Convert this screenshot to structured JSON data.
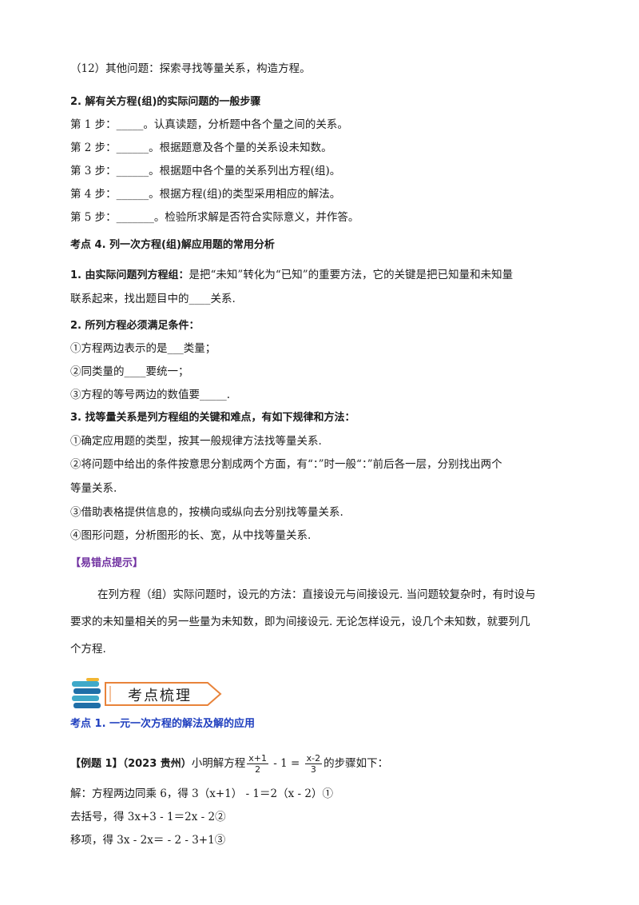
{
  "lines": {
    "l1": "（12）其他问题：探索寻找等量关系，构造方程。",
    "h2": "2.  解有关方程(组)的实际问题的一般步骤",
    "s1": "第 1 步：_____。认真读题，分析题中各个量之间的关系。",
    "s2": "第 2 步：______。根据题意及各个量的关系设未知数。",
    "s3": "第 3 步：______。根据题中各个量的关系列出方程(组)。",
    "s4": "第 4 步：______。根据方程(组)的类型采用相应的解法。",
    "s5": "第 5 步：_______。检验所求解是否符合实际意义，并作答。",
    "k4": "考点 4.  列一次方程(组)解应用题的常用分析",
    "p1a_bold": "1.  由实际问题列方程组：",
    "p1a": "是把“未知”转化为“已知”的重要方法，它的关键是把已知量和未知量",
    "p1b": "联系起来，找出题目中的____关系.",
    "p2": "2.  所列方程必须满足条件：",
    "c1": "①方程两边表示的是___类量；",
    "c2": "②同类量的____要统一；",
    "c3": "③方程的等号两边的数值要_____.",
    "p3": "3.  找等量关系是列方程组的关键和难点，有如下规律和方法：",
    "m1": "①确定应用题的类型，按其一般规律方法找等量关系.",
    "m2a": "②将问题中给出的条件按意思分割成两个方面，有“：”时一般“：”前后各一层，分别找出两个",
    "m2b": "等量关系.",
    "m3": "③借助表格提供信息的，按横向或纵向去分别找等量关系.",
    "m4": "④图形问题，分析图形的长、宽，从中找等量关系.",
    "tip_title": "【易错点提示】",
    "tip1": "在列方程（组）实际问题时，设元的方法：直接设元与间接设元. 当问题较复杂时，有时设与",
    "tip2": "要求的未知量相关的另一些量为未知数，即为间接设元. 无论怎样设元，设几个未知数，就要列几",
    "tip3": "个方程.",
    "banner": "考点梳理",
    "k1": "考点 1.  一元一次方程的解法及解的应用",
    "ex_label": "【例题 1】（2023 贵州）",
    "ex_text": "小明解方程",
    "ex_mid": " - 1 = ",
    "ex_end": "的步骤如下：",
    "frac1_num": "x+1",
    "frac1_den": "2",
    "frac2_num": "x-2",
    "frac2_den": "3",
    "sol1": "解：方程两边同乘 6，得 3（x+1） - 1＝2（x - 2）①",
    "sol2": "去括号，得 3x+3 - 1＝2x - 2②",
    "sol3": "移项，得 3x - 2x＝ - 2 - 3+1③"
  },
  "colors": {
    "heading_blue": "#1f3fbf",
    "tip_purple": "#7030a0",
    "banner_border": "#e8833a"
  },
  "icons": {
    "banner_icon": "books-stack-icon"
  }
}
